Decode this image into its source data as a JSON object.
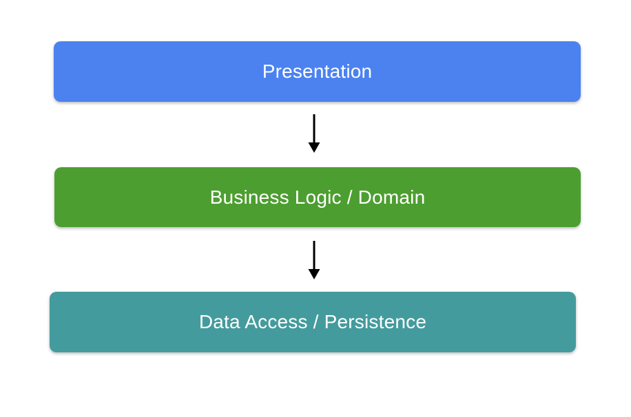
{
  "diagram": {
    "background": "#FFFFFF",
    "text_color": "#FFFFFF",
    "arrow_color": "#000000",
    "layers": [
      {
        "label": "Presentation",
        "color": "#4B82F0"
      },
      {
        "label": "Business Logic / Domain",
        "color": "#4D9E30"
      },
      {
        "label": "Data Access / Persistence",
        "color": "#449B9D"
      }
    ]
  }
}
